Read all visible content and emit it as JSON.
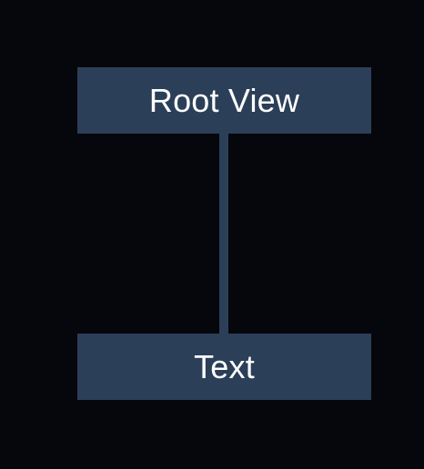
{
  "diagram": {
    "nodes": [
      {
        "id": "root",
        "label": "Root View"
      },
      {
        "id": "text",
        "label": "Text"
      }
    ],
    "edges": [
      {
        "from": "root",
        "to": "text"
      }
    ]
  },
  "colors": {
    "background": "#06060d",
    "node_fill": "#2c3f58",
    "node_text": "#ffffff",
    "connector": "#2c3f58"
  }
}
